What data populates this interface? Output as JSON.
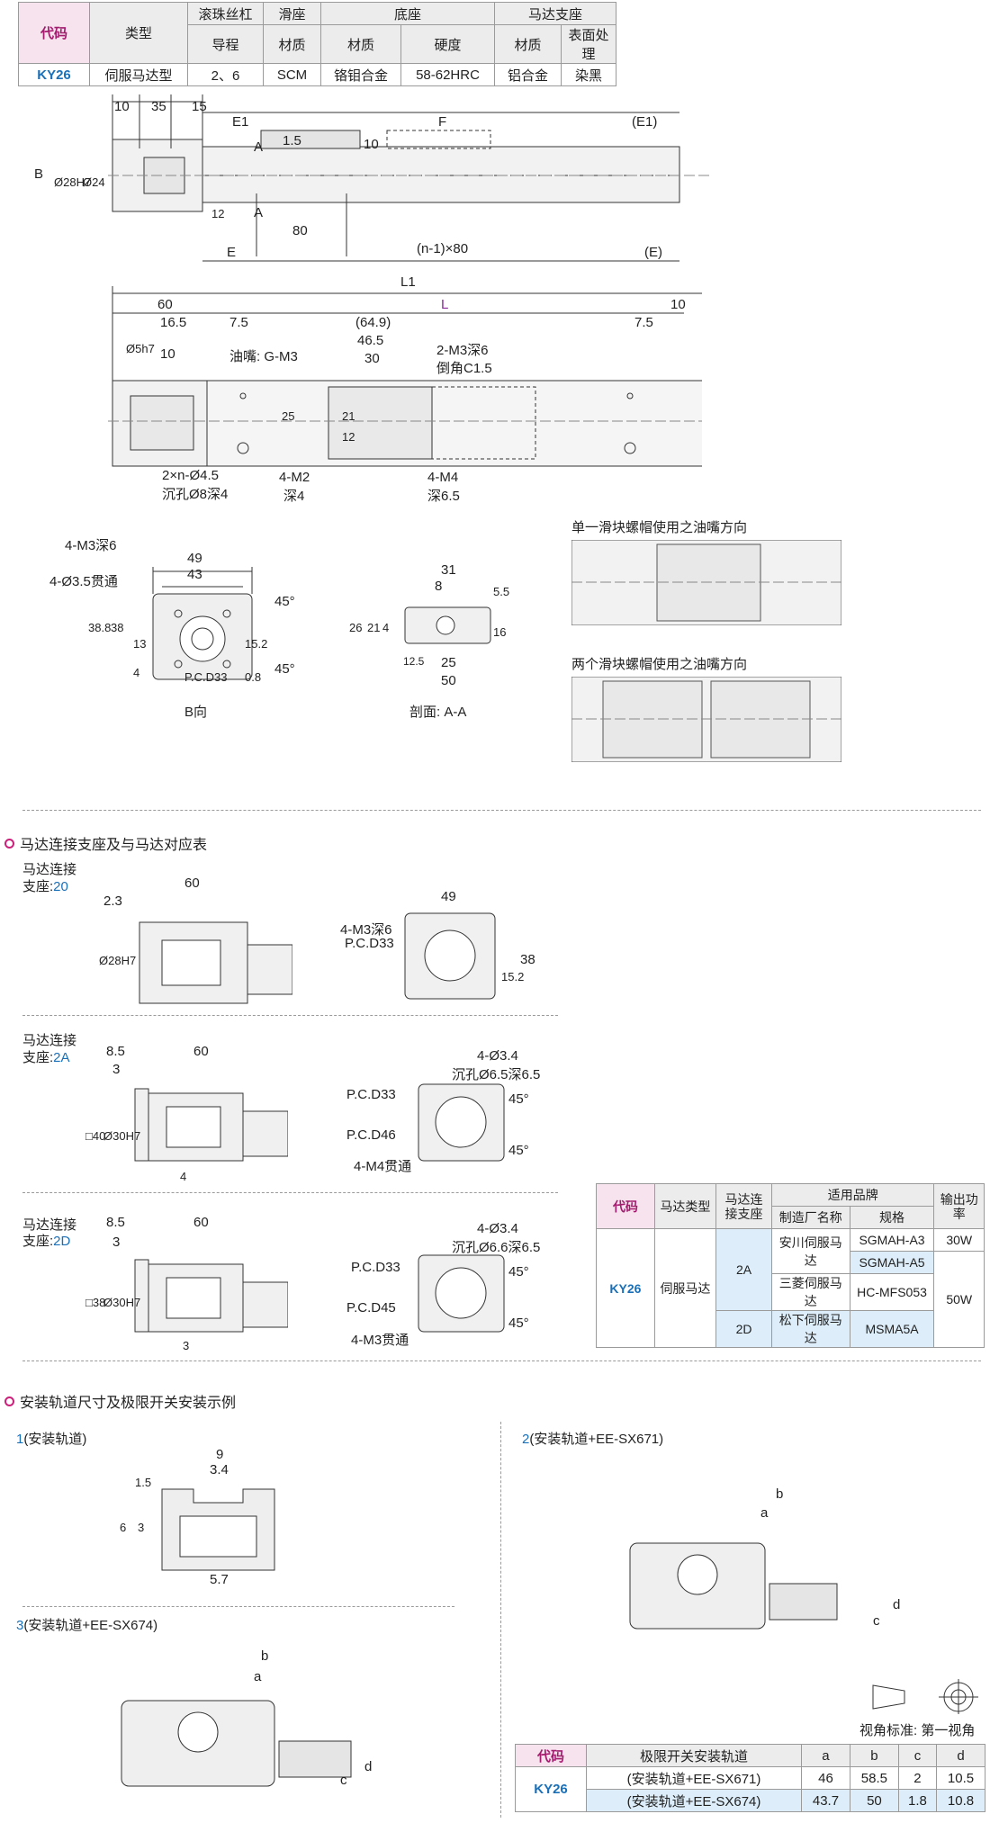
{
  "spec_table": {
    "headers": [
      "代码",
      "类型",
      "滚珠丝杠",
      "滑座",
      "底座",
      "马达支座"
    ],
    "subheaders": [
      "导程",
      "材质",
      "材质",
      "硬度",
      "材质",
      "表面处理"
    ],
    "row": [
      "KY26",
      "伺服马达型",
      "2、6",
      "SCM",
      "铬钼合金",
      "58-62HRC",
      "铝合金",
      "染黑"
    ]
  },
  "dims_top": [
    "10",
    "35",
    "15",
    "E1",
    "F",
    "(E1)",
    "10",
    "1.5",
    "A",
    "A",
    "B",
    "Ø28H7",
    "Ø24",
    "12",
    "80",
    "(n-1)×80",
    "E",
    "(E)"
  ],
  "dims_plan": [
    "L1",
    "L",
    "60",
    "16.5",
    "10",
    "7.5",
    "(64.9)",
    "46.5",
    "30",
    "7.5",
    "10",
    "Ø5h7",
    "25",
    "21",
    "12",
    "油嘴: G-M3",
    "2-M3深6",
    "倒角C1.5",
    "2×n-Ø4.5",
    "沉孔Ø8深4",
    "4-M2",
    "深4",
    "4-M4",
    "深6.5"
  ],
  "b_view": {
    "labels": [
      "4-M3深6",
      "4-Ø3.5贯通",
      "49",
      "43",
      "38.8",
      "38",
      "13",
      "4",
      "15.2",
      "0.8",
      "45°",
      "45°",
      "P.C.D33"
    ],
    "caption": "B向"
  },
  "section_aa": {
    "labels": [
      "31",
      "8",
      "5.5",
      "26",
      "21",
      "4",
      "16",
      "12.5",
      "25",
      "50"
    ],
    "caption": "剖面:  A-A"
  },
  "oil_single": "单一滑块螺帽使用之油嘴方向",
  "oil_double": "两个滑块螺帽使用之油嘴方向",
  "section2_title": "马达连接支座及与马达对应表",
  "mount20": {
    "label": "马达连接",
    "label2": "支座:",
    "code": "20",
    "dims": [
      "60",
      "2.3",
      "Ø28H7",
      "49",
      "4-M3深6",
      "P.C.D33",
      "38",
      "15.2"
    ]
  },
  "mount2a": {
    "label": "马达连接",
    "label2": "支座:",
    "code": "2A",
    "dims": [
      "8.5",
      "60",
      "3",
      "□40",
      "Ø30H7",
      "4",
      "4-Ø3.4",
      "沉孔Ø6.5深6.5",
      "P.C.D33",
      "45°",
      "P.C.D46",
      "45°",
      "4-M4贯通"
    ]
  },
  "mount2d": {
    "label": "马达连接",
    "label2": "支座:",
    "code": "2D",
    "dims": [
      "8.5",
      "60",
      "3",
      "□38",
      "Ø30H7",
      "3",
      "4-Ø3.4",
      "沉孔Ø6.6深6.5",
      "P.C.D33",
      "45°",
      "P.C.D45",
      "45°",
      "4-M3贯通"
    ]
  },
  "motor_table": {
    "headers": [
      "代码",
      "马达类型",
      "马达连接支座",
      "适用品牌",
      "输出功率"
    ],
    "sub": [
      "制造厂名称",
      "规格"
    ],
    "code": "KY26",
    "type": "伺服马达",
    "rows": [
      {
        "mount": "2A",
        "maker": "安川伺服马达",
        "model": "SGMAH-A3",
        "power": "30W"
      },
      {
        "mount": "",
        "maker": "",
        "model": "SGMAH-A5",
        "power": ""
      },
      {
        "mount": "",
        "maker": "三菱伺服马达",
        "model": "HC-MFS053",
        "power": "50W"
      },
      {
        "mount": "2D",
        "maker": "松下伺服马达",
        "model": "MSMA5A",
        "power": ""
      }
    ]
  },
  "section3_title": "安装轨道尺寸及极限开关安装示例",
  "rail1": {
    "title_num": "1",
    "title": "(安装轨道)",
    "dims": [
      "9",
      "3.4",
      "1.5",
      "6",
      "3",
      "5.7"
    ]
  },
  "rail2": {
    "title_num": "2",
    "title": "(安装轨道+EE-SX671)",
    "dims": [
      "b",
      "a",
      "d",
      "c"
    ]
  },
  "rail3": {
    "title_num": "3",
    "title": "(安装轨道+EE-SX674)",
    "dims": [
      "b",
      "a",
      "c",
      "d"
    ]
  },
  "projection_label": "视角标准:  第一视角",
  "switch_table": {
    "headers": [
      "代码",
      "极限开关安装轨道",
      "a",
      "b",
      "c",
      "d"
    ],
    "code": "KY26",
    "rows": [
      {
        "name": "(安装轨道+EE-SX671)",
        "a": "46",
        "b": "58.5",
        "c": "2",
        "d": "10.5"
      },
      {
        "name": "(安装轨道+EE-SX674)",
        "a": "43.7",
        "b": "50",
        "c": "1.8",
        "d": "10.8"
      }
    ]
  }
}
